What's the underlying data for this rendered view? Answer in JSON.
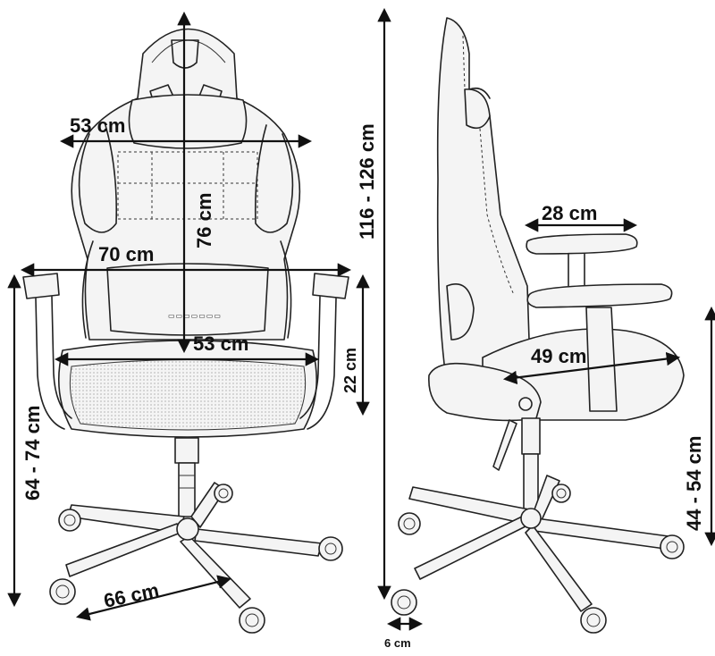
{
  "front_view": {
    "labels": {
      "backrest_width": "53 cm",
      "backrest_height": "76 cm",
      "armrest_span": "70 cm",
      "seat_width": "53 cm",
      "armrest_height": "22 cm",
      "seat_height": "64 - 74 cm",
      "base_diameter": "66 cm"
    }
  },
  "side_view": {
    "labels": {
      "total_height": "116 - 126 cm",
      "armrest_length": "28 cm",
      "seat_depth": "49 cm",
      "armrest_floor_height": "44 - 54 cm",
      "caster_width": "6 cm"
    }
  },
  "colors": {
    "line": "#111111",
    "background": "#ffffff"
  }
}
